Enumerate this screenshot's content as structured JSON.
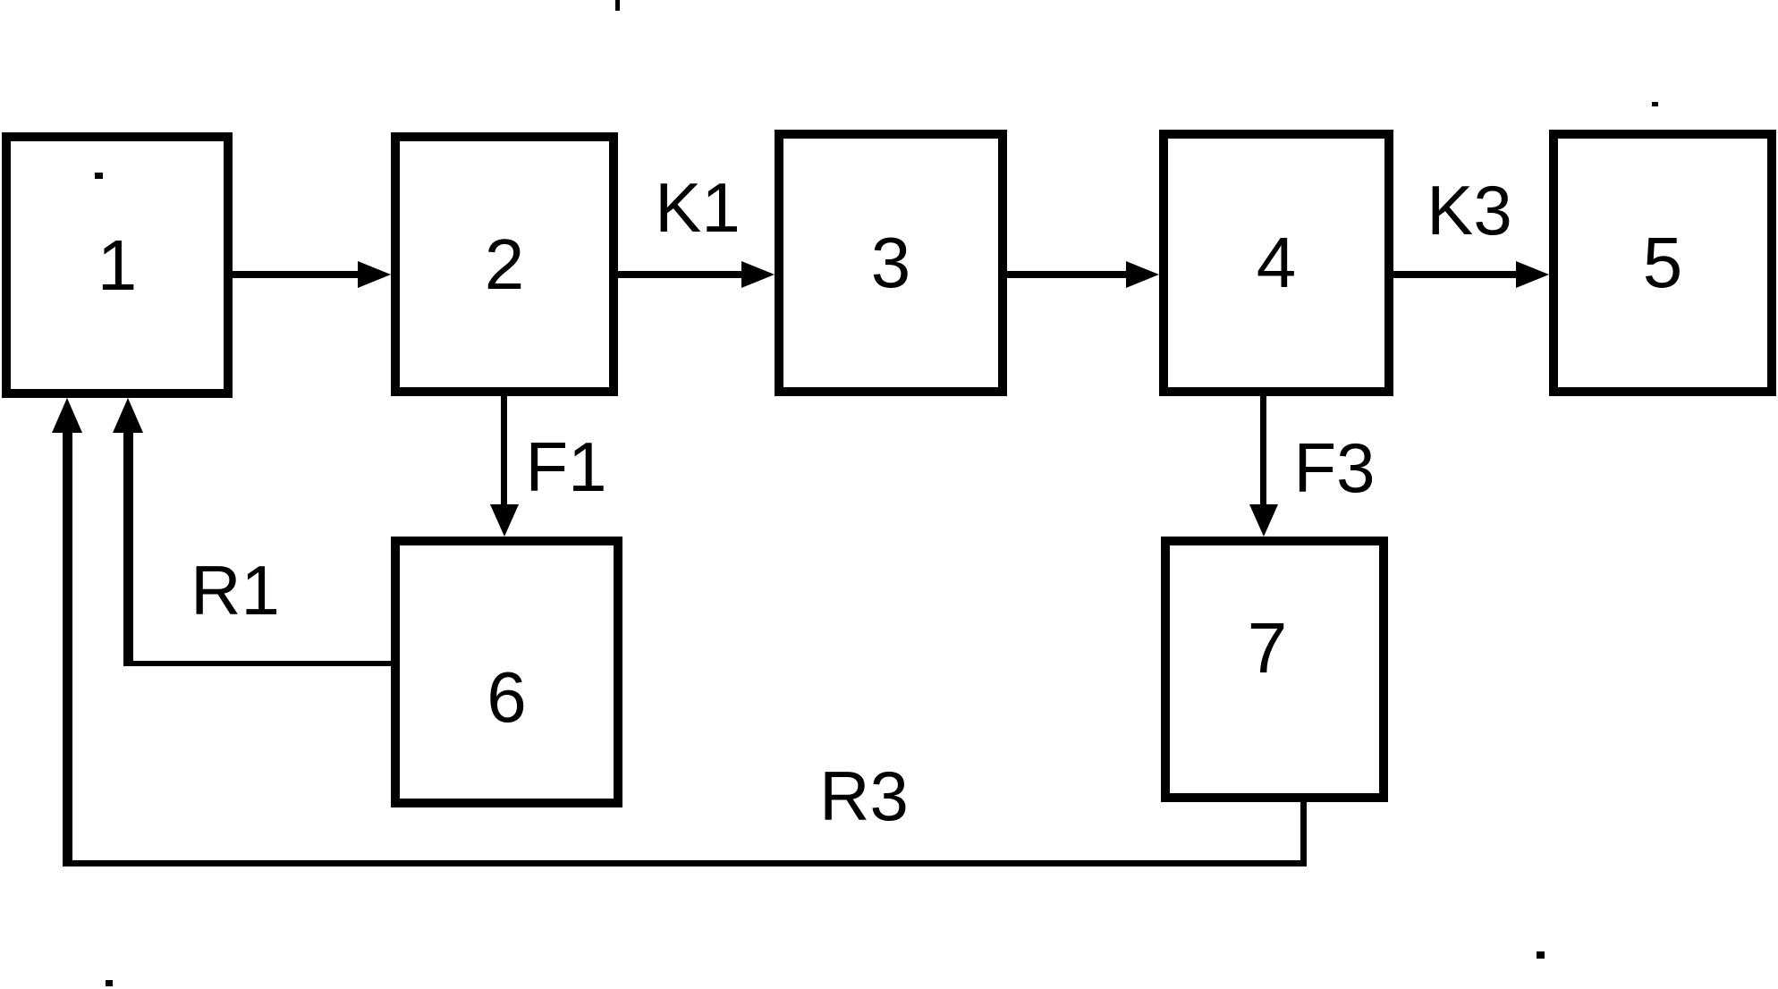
{
  "figure": {
    "background": "#ffffff",
    "line_color": "#000000",
    "blocks": [
      {
        "id": "1",
        "label": "1"
      },
      {
        "id": "2",
        "label": "2"
      },
      {
        "id": "3",
        "label": "3"
      },
      {
        "id": "4",
        "label": "4"
      },
      {
        "id": "5",
        "label": "5"
      },
      {
        "id": "6",
        "label": "6"
      },
      {
        "id": "7",
        "label": "7"
      }
    ],
    "connections": [
      {
        "from": "1",
        "to": "2",
        "label": ""
      },
      {
        "from": "2",
        "to": "3",
        "label": "K1"
      },
      {
        "from": "3",
        "to": "4",
        "label": ""
      },
      {
        "from": "4",
        "to": "5",
        "label": "K3"
      },
      {
        "from": "2",
        "to": "6",
        "label": "F1"
      },
      {
        "from": "4",
        "to": "7",
        "label": "F3"
      },
      {
        "from": "6",
        "to": "1",
        "label": "R1"
      },
      {
        "from": "7",
        "to": "1",
        "label": "R3"
      }
    ]
  }
}
